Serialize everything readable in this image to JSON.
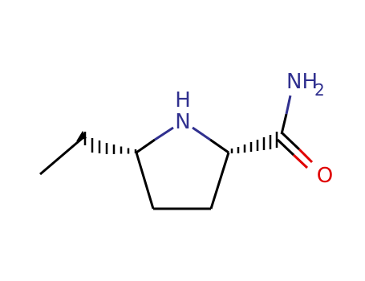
{
  "molecule": {
    "atoms": {
      "amine_h": "H",
      "amine_n": "N",
      "amide_nh": "NH",
      "amide_nh_sub": "2",
      "carbonyl_o": "O"
    },
    "colors": {
      "bond": "#000000",
      "nitrogen": "#30308f",
      "oxygen": "#e00000"
    }
  }
}
